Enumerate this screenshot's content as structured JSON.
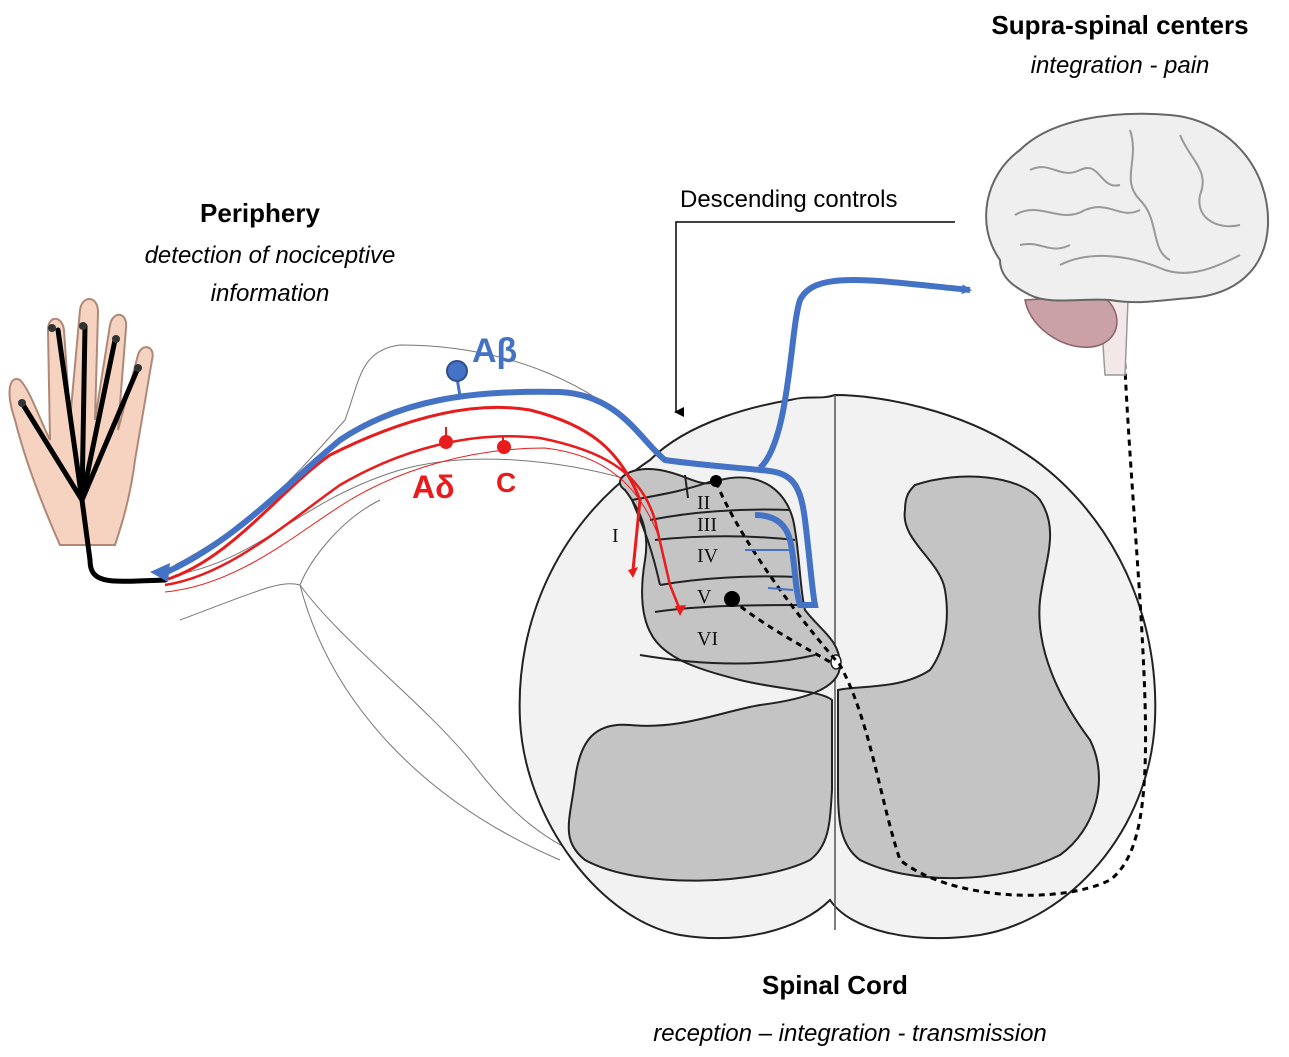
{
  "periphery": {
    "title": "Periphery",
    "subtitle_line1": "detection of nociceptive",
    "subtitle_line2": "information"
  },
  "supraspinal": {
    "title": "Supra-spinal centers",
    "subtitle": "integration - pain"
  },
  "spinal_cord": {
    "title": "Spinal Cord",
    "subtitle": "reception – integration - transmission"
  },
  "descending_label": "Descending controls",
  "fibers": {
    "a_beta": "Aβ",
    "a_delta": "Aδ",
    "c": "C"
  },
  "laminae": [
    "I",
    "II",
    "III",
    "IV",
    "V",
    "VI"
  ],
  "colors": {
    "a_beta": "#4472c4",
    "a_delta_c": "#e81c1c",
    "grey_matter": "#c4c4c4",
    "white_matter": "#f2f2f2",
    "brain": "#efefef",
    "cerebellum": "#c9a1a6",
    "skin": "#f6d3c0"
  }
}
